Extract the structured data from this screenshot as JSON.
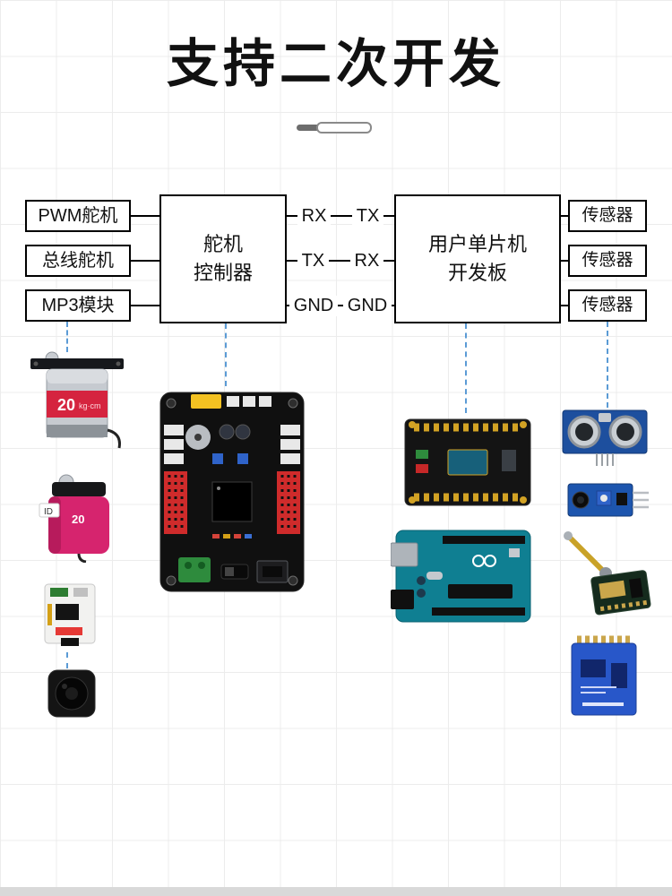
{
  "title": "支持二次开发",
  "diagram": {
    "left_boxes": [
      "PWM舵机",
      "总线舵机",
      "MP3模块"
    ],
    "controller_box": [
      "舵机",
      "控制器"
    ],
    "signals": [
      {
        "left": "RX",
        "right": "TX"
      },
      {
        "left": "TX",
        "right": "RX"
      },
      {
        "left": "GND",
        "right": "GND"
      }
    ],
    "mcu_box": [
      "用户单片机",
      "开发板"
    ],
    "right_boxes": [
      "传感器",
      "传感器",
      "传感器"
    ]
  },
  "products": {
    "pwm_servo": {
      "label": "metal-gear-servo-photo",
      "badge": "20",
      "badge_unit": "kg·cm"
    },
    "bus_servo": {
      "label": "bus-servo-photo",
      "badge": "20",
      "sticker": "ID"
    },
    "mp3_module": {
      "label": "mp3-module-photo"
    },
    "speaker": {
      "label": "speaker-photo"
    },
    "servo_controller_board": {
      "label": "servo-controller-board-photo"
    },
    "mcu_board": {
      "label": "mcu-expansion-board-photo"
    },
    "arduino_uno": {
      "label": "arduino-uno-photo"
    },
    "ultrasonic_sensor": {
      "label": "ultrasonic-sensor-photo"
    },
    "ir_sensor": {
      "label": "ir-sensor-photo"
    },
    "rf_module": {
      "label": "antenna-rf-module-photo"
    },
    "blue_module": {
      "label": "wireless-serial-module-photo"
    }
  },
  "colors": {
    "connector_line": "#000000",
    "dashed_line": "#5b9bd5",
    "grid": "#ececec",
    "title_text": "#111111",
    "bottom_bar": "#d9d9d9"
  }
}
